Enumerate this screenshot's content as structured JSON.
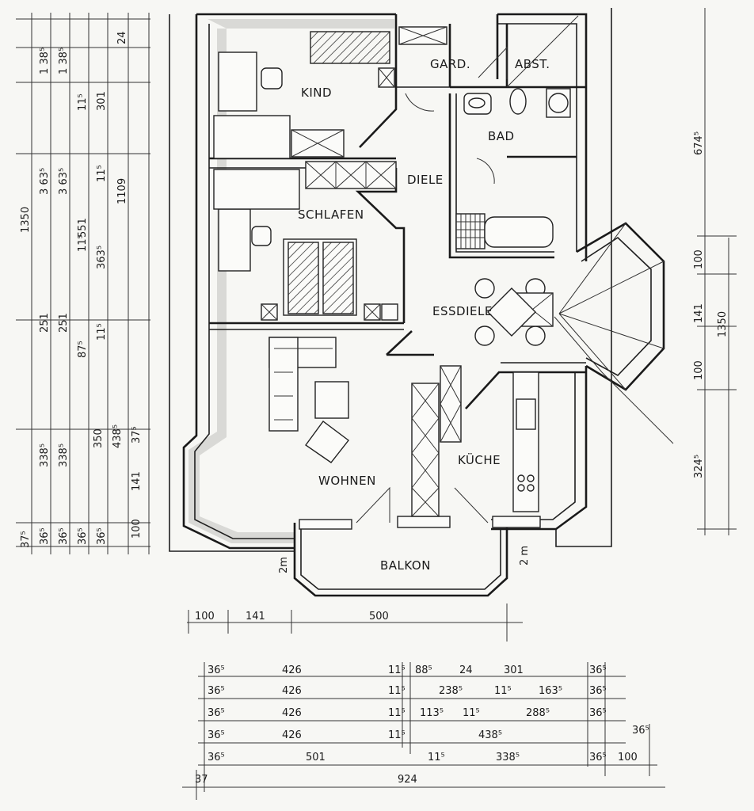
{
  "rooms": {
    "kind": "KIND",
    "gard": "GARD.",
    "abst": "ABST.",
    "bad": "BAD",
    "diele": "DIELE",
    "schlafen": "SCHLAFEN",
    "essdiele": "ESSDIELE",
    "kueche": "KÜCHE",
    "wohnen": "WOHNEN",
    "balkon": "BALKON"
  },
  "notes": {
    "balkon_left": "2m",
    "balkon_right": "2 m"
  },
  "dims_left": {
    "c1": [
      "1 38⁵",
      "3 63⁵",
      "251",
      "338⁵"
    ],
    "c2": [
      "1 38⁵",
      "3 63⁵",
      "251",
      "338⁵"
    ],
    "c3": [
      "11⁵",
      "11⁵",
      "551",
      "87⁵",
      "350"
    ],
    "c4": [
      "301",
      "11⁵",
      "363⁵",
      "11⁵",
      "438⁵"
    ],
    "c5": [
      "24",
      "1109",
      "37⁵",
      "141",
      "100"
    ],
    "c6": [
      "1350"
    ],
    "bottom": [
      "37⁵",
      "36⁵",
      "36⁵",
      "36⁵",
      "36⁵"
    ]
  },
  "dims_right": [
    "674⁵",
    "100",
    "141",
    "100",
    "1350",
    "324⁵"
  ],
  "dims_bottom": {
    "r0": [
      "100",
      "141",
      "500"
    ],
    "r1": [
      "36⁵",
      "426",
      "11⁵",
      "88⁵",
      "24",
      "301",
      "36⁵"
    ],
    "r2": [
      "36⁵",
      "426",
      "11⁵",
      "238⁵",
      "11⁵",
      "163⁵",
      "36⁵"
    ],
    "r3": [
      "36⁵",
      "426",
      "11⁵",
      "113⁵",
      "11⁵",
      "288⁵",
      "36⁵"
    ],
    "r4": [
      "36⁵",
      "426",
      "11⁵",
      "438⁵",
      "36⁵"
    ],
    "r5": [
      "36⁵",
      "501",
      "11⁵",
      "338⁵",
      "36⁵",
      "100"
    ],
    "r6": [
      "37",
      "924"
    ]
  }
}
